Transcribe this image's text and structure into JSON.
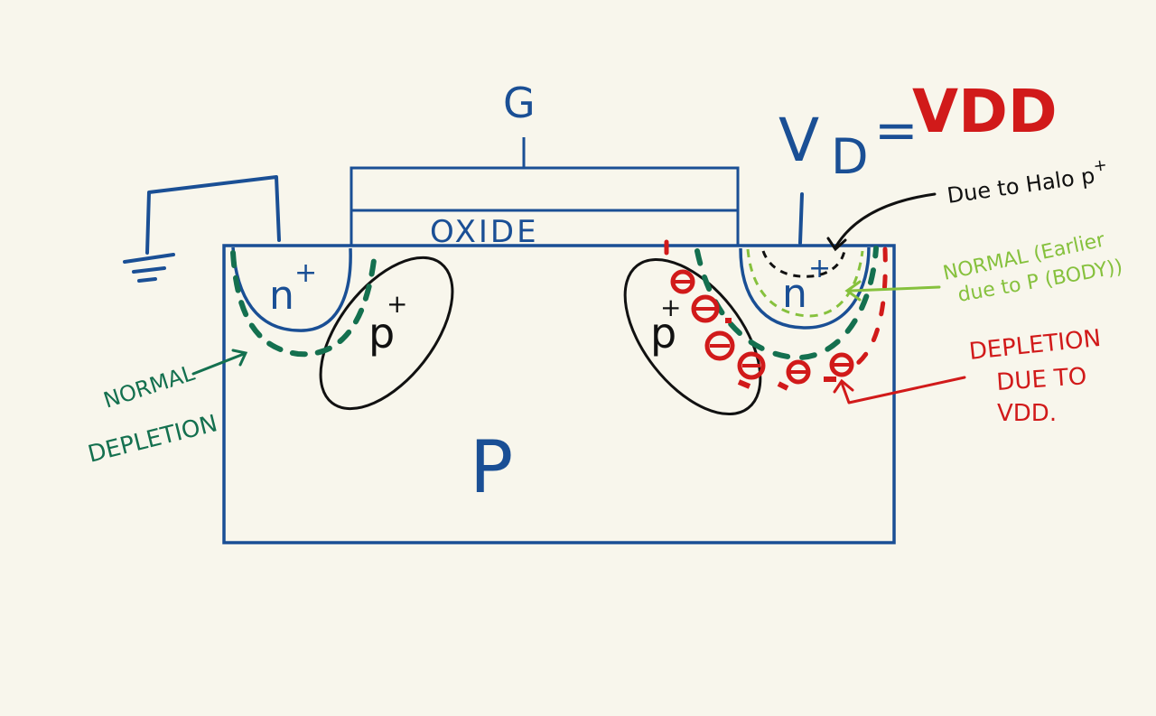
{
  "labels": {
    "gate": "G",
    "oxide": "OXIDE",
    "source_region": "n",
    "drain_region": "n",
    "plus": "+",
    "halo_left": "p",
    "halo_right": "p",
    "body": "P",
    "drain_terminal": "V",
    "drain_subscript": "D",
    "equals": "=",
    "vdd": "VDD",
    "halo_note": "Due to Halo p",
    "normal_note_line1": "NORMAL (Earlier",
    "normal_note_line2": "due to  P (BODY))",
    "depletion_vdd_line1": "DEPLETION",
    "depletion_vdd_line2": "DUE TO",
    "depletion_vdd_line3": "VDD.",
    "normal_depletion_line1": "NORMAL",
    "normal_depletion_line2": "DEPLETION",
    "minus": "−"
  },
  "colors": {
    "blue": "#1a4f95",
    "dark_green": "#14704f",
    "light_green": "#86c13d",
    "red": "#d11a1a",
    "black": "#111111",
    "background": "#f8f6ec"
  }
}
